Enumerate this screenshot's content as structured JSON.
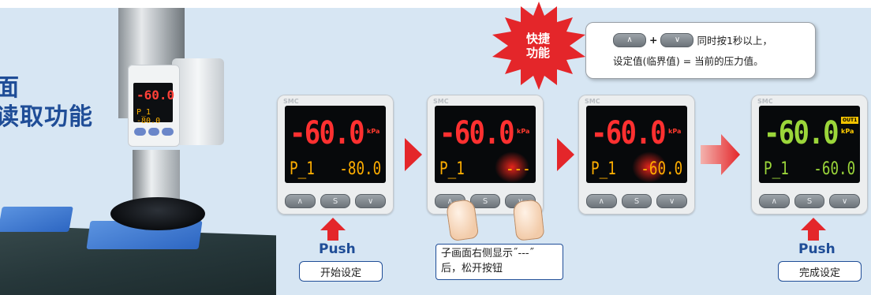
{
  "title": {
    "line1": "面",
    "line2": "读取功能"
  },
  "mini_display": {
    "main_value": "-60.0",
    "sub_value": "P_1 -80.0"
  },
  "displays": [
    {
      "logo": "SMC",
      "main_value": "-60.0",
      "unit": "kPa",
      "sub_label": "P_1",
      "sub_value": "-80.0",
      "color": "#ff3030",
      "badge": ""
    },
    {
      "logo": "SMC",
      "main_value": "-60.0",
      "unit": "kPa",
      "sub_label": "P_1",
      "sub_value": "---",
      "color": "#ff3030",
      "badge": ""
    },
    {
      "logo": "SMC",
      "main_value": "-60.0",
      "unit": "kPa",
      "sub_label": "P_1",
      "sub_value": "-60.0",
      "color": "#ff3030",
      "badge": ""
    },
    {
      "logo": "SMC",
      "main_value": "-60.0",
      "unit": "kPa",
      "sub_label": "P_1",
      "sub_value": "-60.0",
      "color": "#9bd63a",
      "badge": "OUT1"
    }
  ],
  "button_glyphs": {
    "up": "∧",
    "set": "S",
    "down": "∨"
  },
  "shortcut": {
    "badge_line1": "快捷",
    "badge_line2": "功能",
    "plus": "+",
    "desc_line1": "同时按1秒以上，",
    "desc_line2": "设定值(临界值) = 当前的压力值。"
  },
  "steps": {
    "push_label": "Push",
    "start_label": "开始设定",
    "finish_label": "完成设定",
    "note_line1": "子画面右侧显示˝---˝",
    "note_line2": "后，松开按钮"
  },
  "colors": {
    "accent_blue": "#1f4d97",
    "arrow_red": "#e4262a",
    "panel_bg": "#d7e6f3"
  }
}
